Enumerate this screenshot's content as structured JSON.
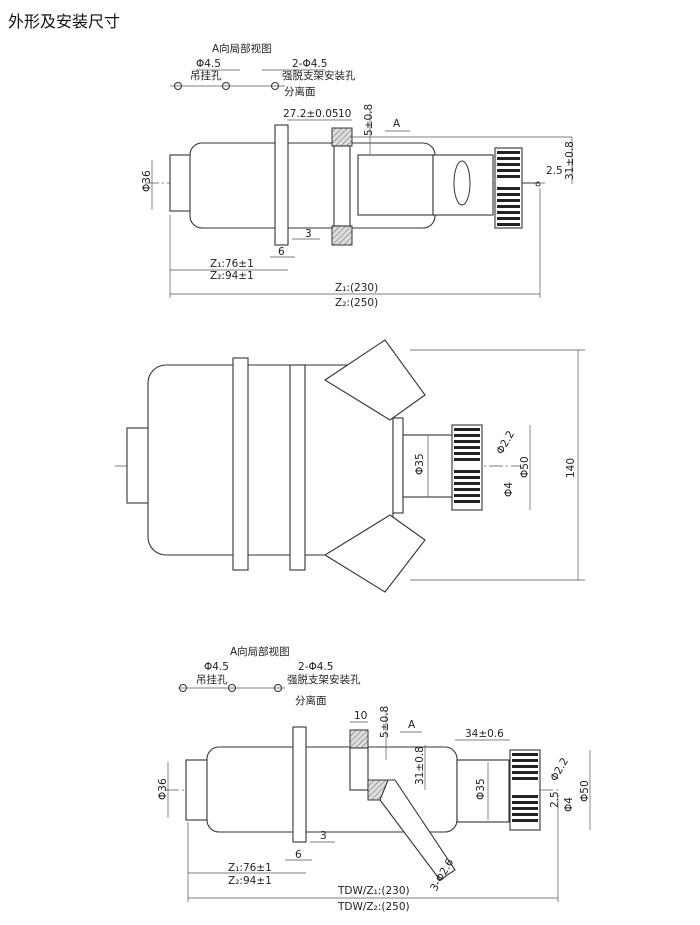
{
  "title": "外形及安装尺寸",
  "view_a_top": {
    "title": "A向局部视图",
    "hole_dia": "Φ4.5",
    "hole_label": "吊挂孔",
    "mount_dia": "2-Φ4.5",
    "mount_label": "强脱支架安装孔",
    "separation": "分离面"
  },
  "view1": {
    "d36": "Φ36",
    "d27": "27.2±0.05",
    "d10": "10",
    "d5": "5±0.8",
    "a": "A",
    "d31": "31±0.8",
    "d25": "2.5",
    "d3": "3",
    "d6": "6",
    "z1_76": "Z₁:76±1",
    "z2_94": "Z₂:94±1",
    "z1_230": "Z₁:(230)",
    "z2_250": "Z₂:(250)"
  },
  "view2": {
    "d35": "Φ35",
    "d22": "Φ2.2",
    "d4": "Φ4",
    "d50": "Φ50",
    "d140": "140"
  },
  "view_a_bottom": {
    "title": "A向局部视图",
    "hole_dia": "Φ4.5",
    "hole_label": "吊挂孔",
    "mount_dia": "2-Φ4.5",
    "mount_label": "强脱支架安装孔",
    "separation": "分离面"
  },
  "view3": {
    "d10": "10",
    "d5": "5±0.8",
    "a": "A",
    "d34": "34±0.6",
    "d31": "31±0.8",
    "d35": "Φ35",
    "d22": "Φ2.2",
    "d25": "2.5",
    "d4": "Φ4",
    "d50": "Φ50",
    "d36": "Φ36",
    "d3": "3",
    "d6": "6",
    "z1_76": "Z₁:76±1",
    "z2_94": "Z₂:94±1",
    "d26": "3-Φ2.6",
    "z1_230": "TDW/Z₁:(230)",
    "z2_250": "TDW/Z₂:(250)"
  }
}
